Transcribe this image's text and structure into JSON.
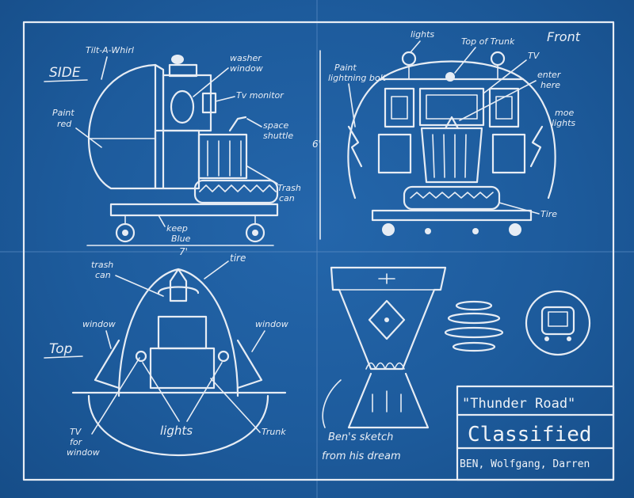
{
  "views": {
    "side": {
      "title": "SIDE",
      "labels": {
        "tilt": "Tilt-A-Whirl",
        "paint_red_1": "Paint",
        "paint_red_2": "red",
        "washer_1": "washer",
        "washer_2": "window",
        "tv_monitor": "Tv monitor",
        "shuttle_1": "space",
        "shuttle_2": "shuttle",
        "trash_1": "Trash",
        "trash_2": "can",
        "keep_1": "keep",
        "keep_2": "Blue"
      },
      "dimension": "7'"
    },
    "front": {
      "title": "Front",
      "labels": {
        "lights": "lights",
        "top_trunk": "Top of Trunk",
        "paint_bolt_1": "Paint",
        "paint_bolt_2": "lightning bolt",
        "tv": "TV",
        "enter_1": "enter",
        "enter_2": "here",
        "more_1": "moe",
        "more_2": "lights",
        "tire": "Tire"
      },
      "dimension": "6'"
    },
    "top": {
      "title": "Top",
      "labels": {
        "trash_1": "trash",
        "trash_2": "can",
        "tire": "tire",
        "window_l": "window",
        "window_r": "window",
        "tv_1": "TV",
        "tv_2": "for",
        "tv_3": "window",
        "lights": "lights",
        "trunk": "Trunk"
      }
    },
    "dream": {
      "caption_1": "Ben's sketch",
      "caption_2": "from his dream"
    }
  },
  "title_block": {
    "name": "\"Thunder Road\"",
    "status": "Classified",
    "authors": "BEN, Wolfgang, Darren"
  },
  "colors": {
    "paper": "#1d5b9c",
    "ink": "#e6ecf4"
  }
}
